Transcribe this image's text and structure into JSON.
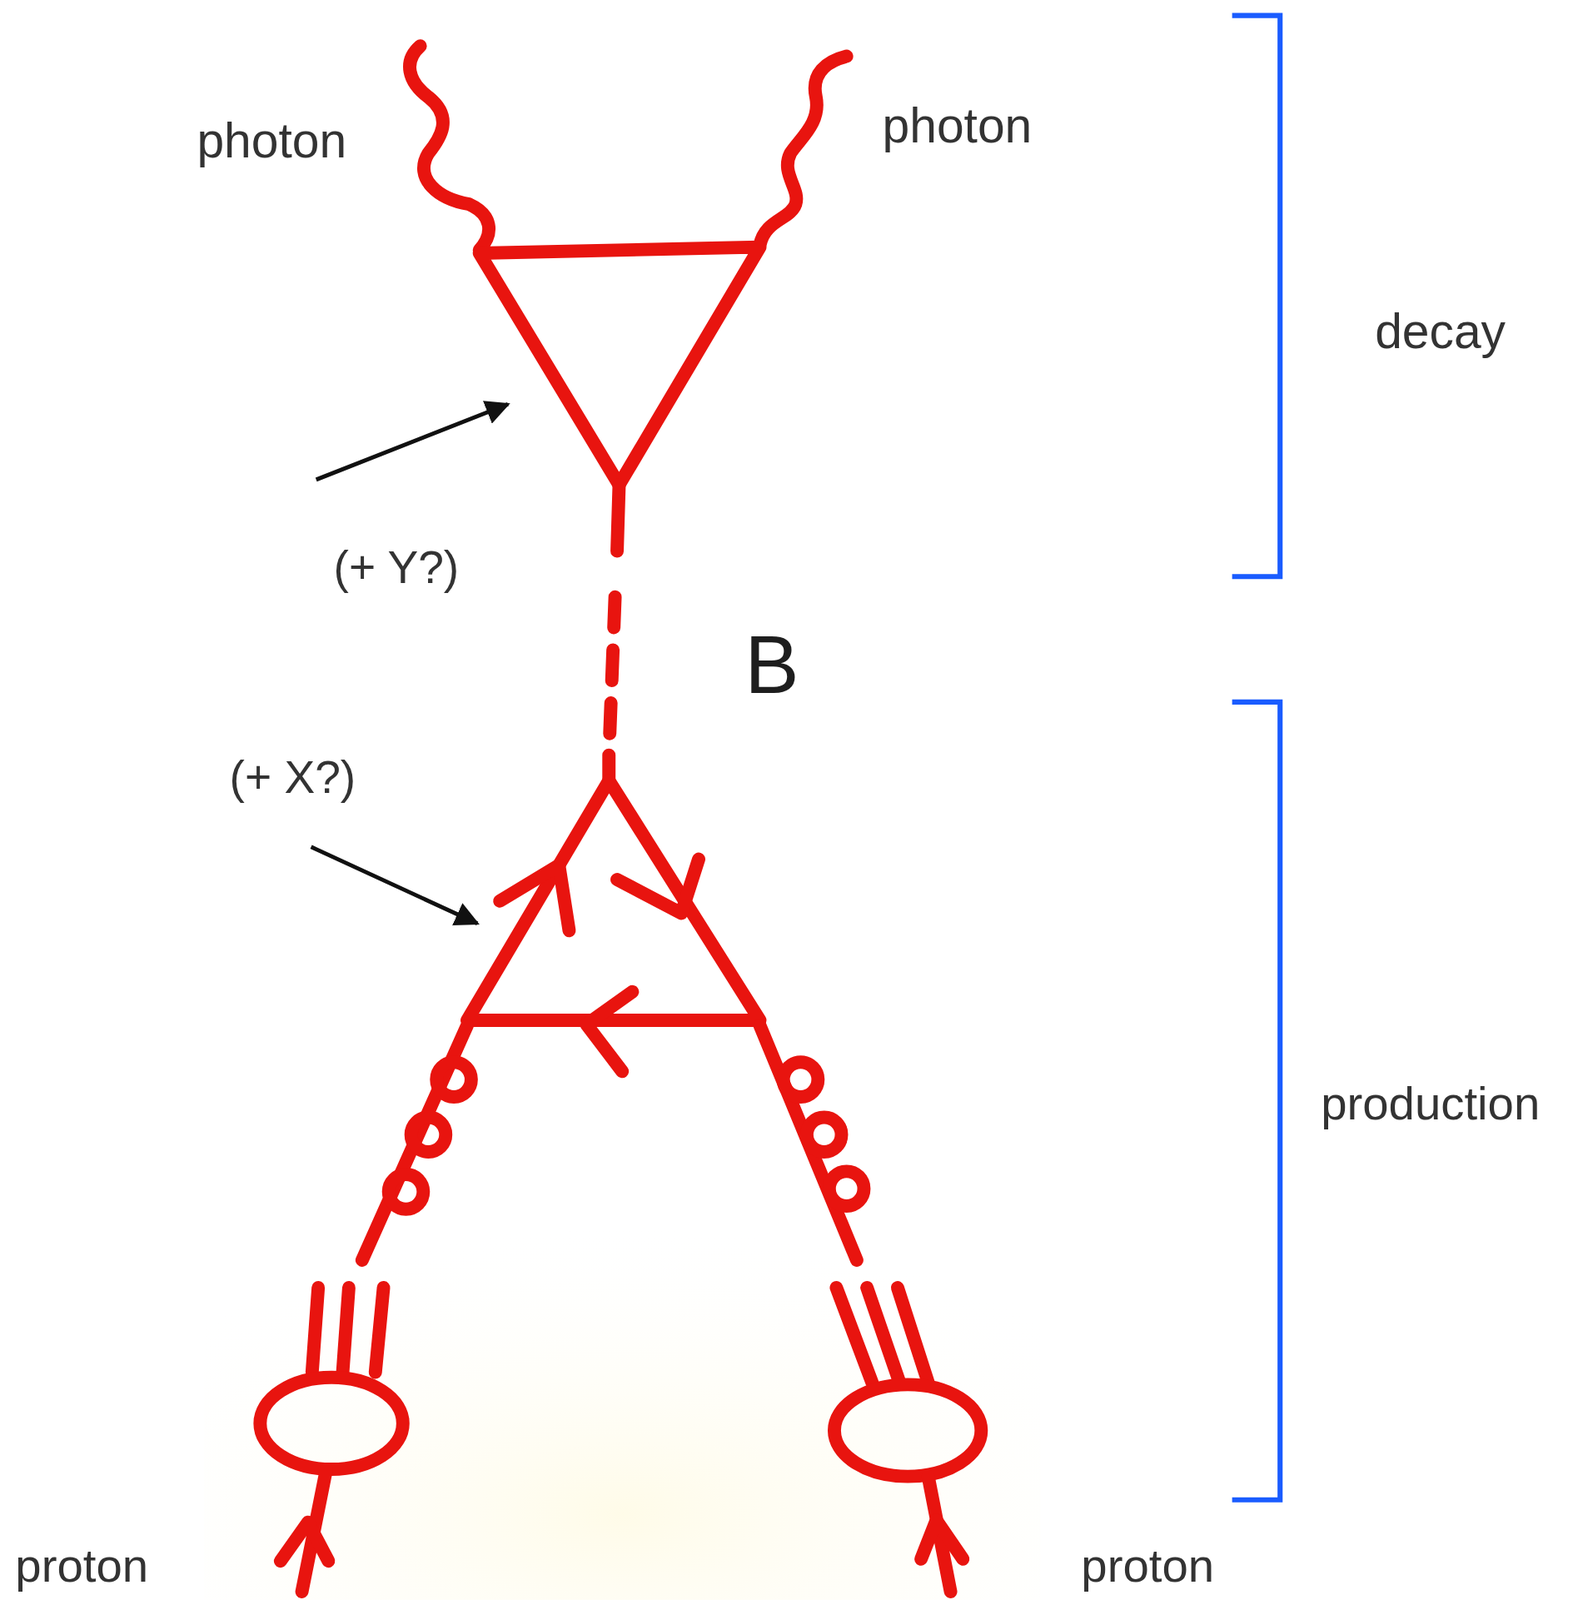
{
  "diagram": {
    "labels": [
      "photon",
      "photon",
      "decay",
      "(+ Y?)",
      "B",
      "(+ X?)",
      "production",
      "proton",
      "proton"
    ]
  }
}
